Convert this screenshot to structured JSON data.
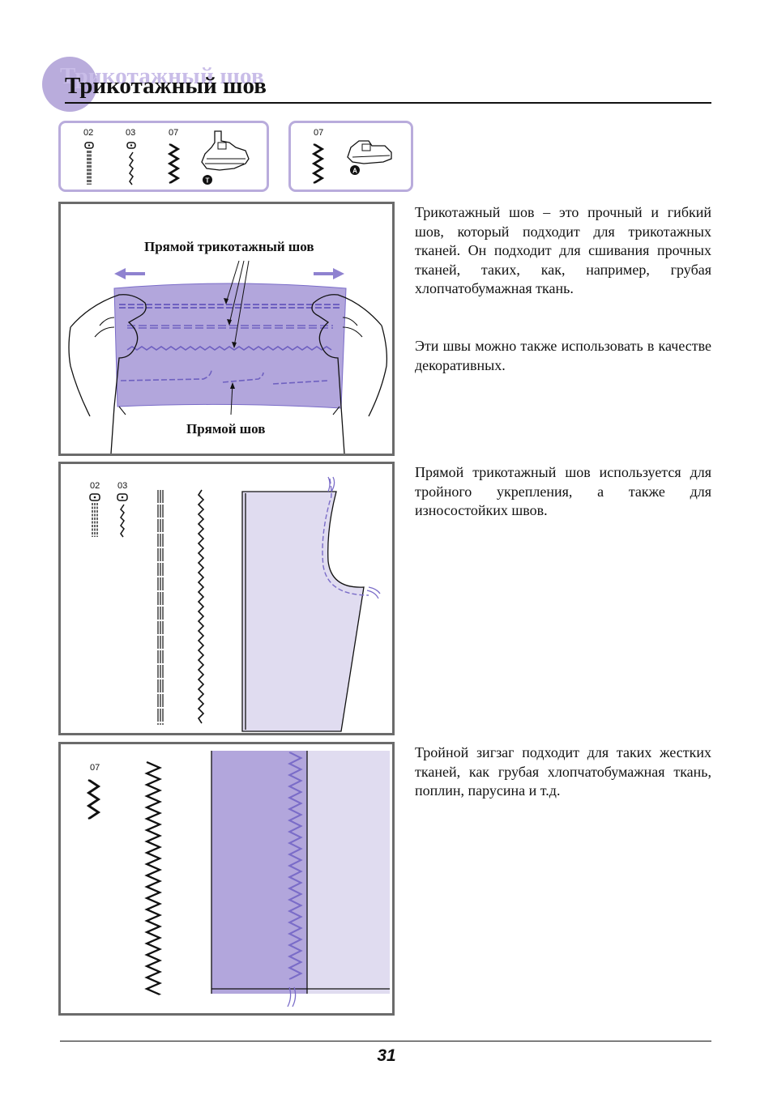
{
  "header": {
    "ghost_title": "Трикотажный шов",
    "title": "Трикотажный шов"
  },
  "selector_left": {
    "codes": [
      "02",
      "03",
      "07"
    ],
    "foot_letter": "T"
  },
  "selector_right": {
    "codes": [
      "07"
    ],
    "foot_letter": "A"
  },
  "figure1": {
    "caption_top": "Прямой трикотажный шов",
    "caption_bottom": "Прямой шов"
  },
  "figure2": {
    "codes": [
      "02",
      "03"
    ]
  },
  "figure3": {
    "codes": [
      "07"
    ]
  },
  "paragraphs": {
    "intro": "Трикотажный шов – это прочный и гибкий шов, который подходит для трикотажных тканей. Он подходит для сшивания прочных тканей, таких, как, например, грубая хлопчатобумажная ткань.",
    "decor": "Эти швы можно также использовать в качестве декоративных.",
    "straight": "Прямой трикотажный шов используется для тройного укрепления, а также для износостойких швов.",
    "triple_zigzag": "Тройной зигзаг подходит для таких жестких тканей, как грубая хлопчатобумажная ткань, поплин, парусина и т.д."
  },
  "footer": {
    "page_number": "31"
  },
  "colors": {
    "accent": "#b9acdc",
    "fabric": "#b2a6dc",
    "fabric_light": "#e0dcf0",
    "stitch": "#7a6cc8",
    "frame": "#6b6b6b"
  },
  "icons": [
    "straight-stretch-stitch-icon",
    "stretch-stitch-icon",
    "triple-zigzag-icon",
    "presser-foot-t-icon",
    "presser-foot-a-icon",
    "arrow-left-icon",
    "arrow-right-icon"
  ]
}
